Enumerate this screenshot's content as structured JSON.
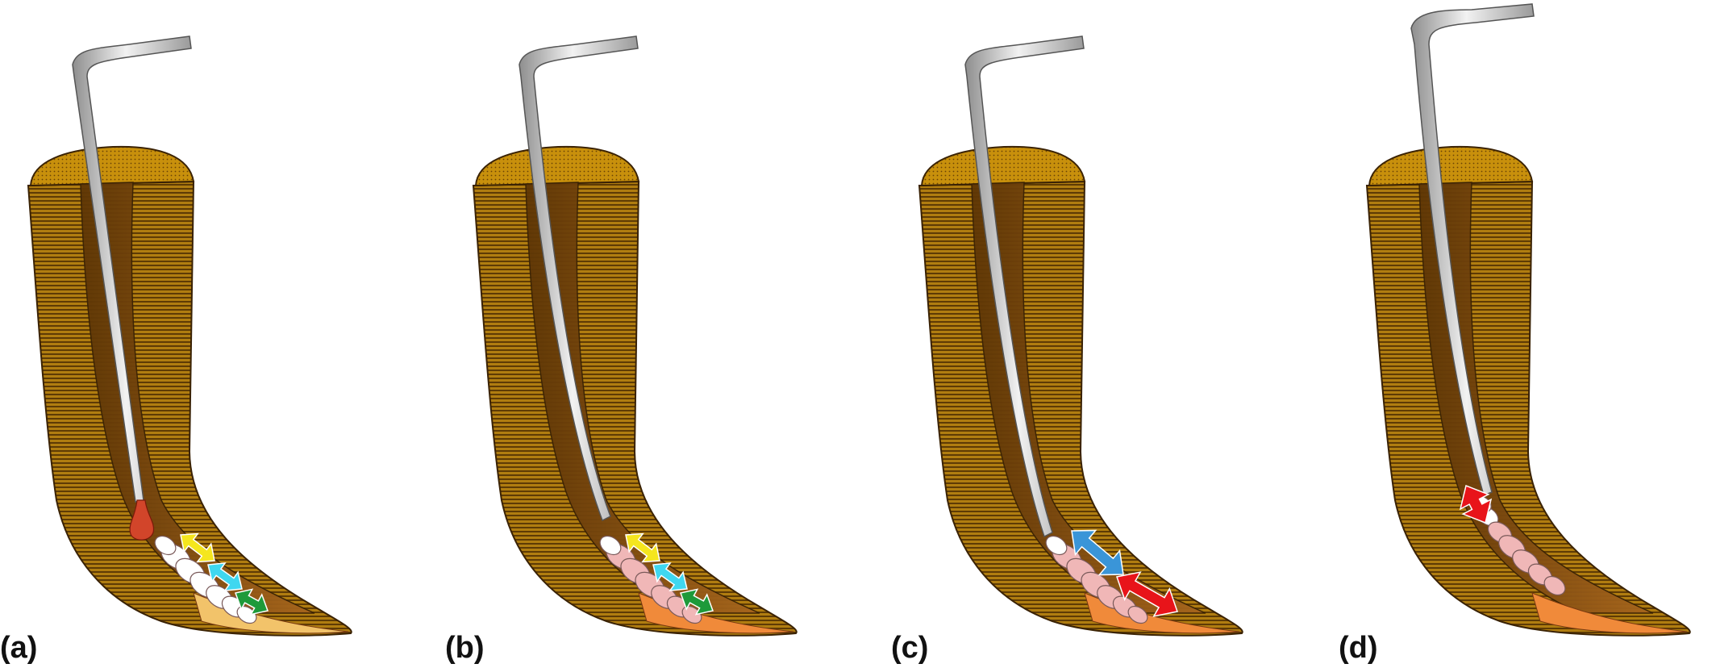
{
  "figure": {
    "panels": [
      {
        "id": "a",
        "label": "(a)",
        "stage": "a"
      },
      {
        "id": "b",
        "label": "(b)",
        "stage": "b"
      },
      {
        "id": "c",
        "label": "(c)",
        "stage": "c"
      },
      {
        "id": "d",
        "label": "(d)",
        "stage": "d"
      }
    ]
  },
  "colors": {
    "root_stripe_dark": "#6b4406",
    "root_stripe_light": "#c08a12",
    "crown": "#c8900c",
    "canal_wall": "#8a5418",
    "instrument": "#cfcfcf",
    "pulp_inflamed": "#f0b7b7",
    "pulp_healthy": "#ffffff",
    "apex": "#f08a3a",
    "arrow_yellow": "#f5e61e",
    "arrow_cyan": "#3fd7f0",
    "arrow_green": "#1e9a3a",
    "arrow_blue": "#3a95d8",
    "arrow_red": "#e8141a",
    "drop_red": "#d2452a"
  }
}
